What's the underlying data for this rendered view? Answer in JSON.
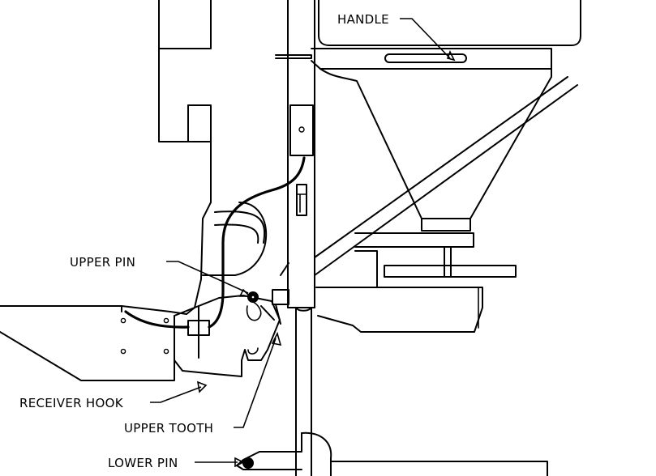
{
  "labels": {
    "handle": "HANDLE",
    "upper_pin": "UPPER PIN",
    "receiver_hook": "RECEIVER HOOK",
    "upper_tooth": "UPPER TOOTH",
    "lower_pin": "LOWER PIN"
  },
  "colors": {
    "line": "#000000",
    "background": "#ffffff"
  }
}
